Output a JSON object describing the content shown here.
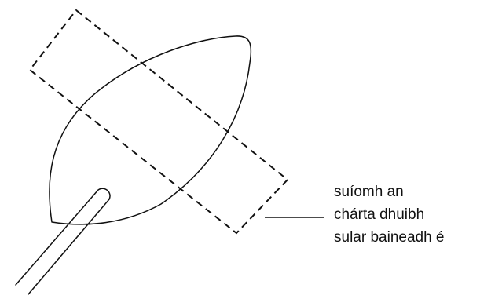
{
  "diagram": {
    "callout": {
      "lines": [
        "suíomh an",
        "chárta dhuibh",
        "sular baineadh é"
      ]
    },
    "colors": {
      "stroke": "#111111",
      "background": "#ffffff"
    }
  }
}
